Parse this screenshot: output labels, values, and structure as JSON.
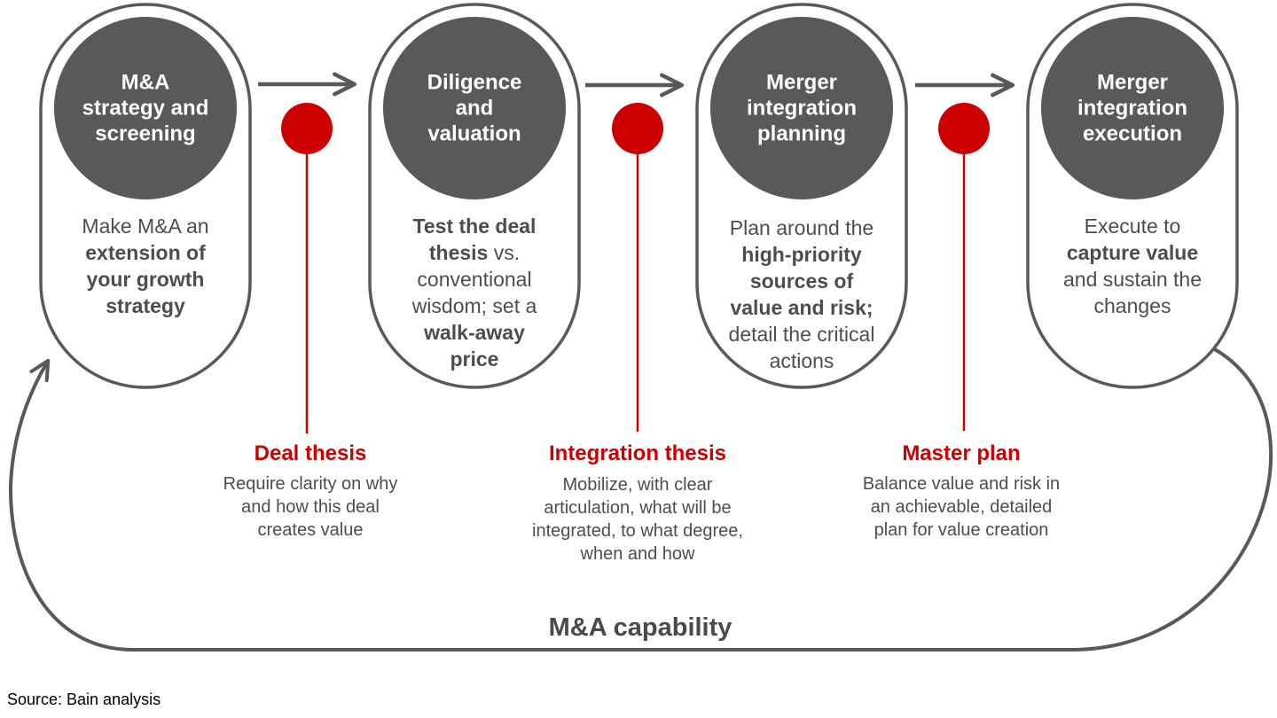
{
  "colors": {
    "shape_gray": "#595959",
    "text_gray": "#4d4d4d",
    "accent_red": "#cc0000",
    "white": "#ffffff"
  },
  "stages": [
    {
      "title": "M&A strategy and screening",
      "desc_segments": [
        {
          "text": "Make M&A an ",
          "bold": false
        },
        {
          "text": "extension of your growth strategy",
          "bold": true
        }
      ]
    },
    {
      "title": "Diligence and valuation",
      "desc_segments": [
        {
          "text": "Test the deal thesis",
          "bold": true
        },
        {
          "text": " vs. conventional wisdom; set a ",
          "bold": false
        },
        {
          "text": "walk-away price",
          "bold": true
        }
      ]
    },
    {
      "title": "Merger integration planning",
      "desc_segments": [
        {
          "text": "Plan around the ",
          "bold": false
        },
        {
          "text": "high-priority sources of value and risk;",
          "bold": true
        },
        {
          "text": " detail the critical actions",
          "bold": false
        }
      ]
    },
    {
      "title": "Merger integration execution",
      "desc_segments": [
        {
          "text": "Execute to ",
          "bold": false
        },
        {
          "text": "capture value",
          "bold": true
        },
        {
          "text": " and sustain the changes",
          "bold": false
        }
      ]
    }
  ],
  "milestones": [
    {
      "title": "Deal thesis",
      "desc": "Require clarity on why and how this deal creates value"
    },
    {
      "title": "Integration thesis",
      "desc": "Mobilize, with clear articulation, what will be integrated, to what degree, when and how"
    },
    {
      "title": "Master plan",
      "desc": "Balance value and risk in an achievable, detailed plan for value creation"
    }
  ],
  "loop_label": "M&A capability",
  "source": "Source: Bain analysis"
}
